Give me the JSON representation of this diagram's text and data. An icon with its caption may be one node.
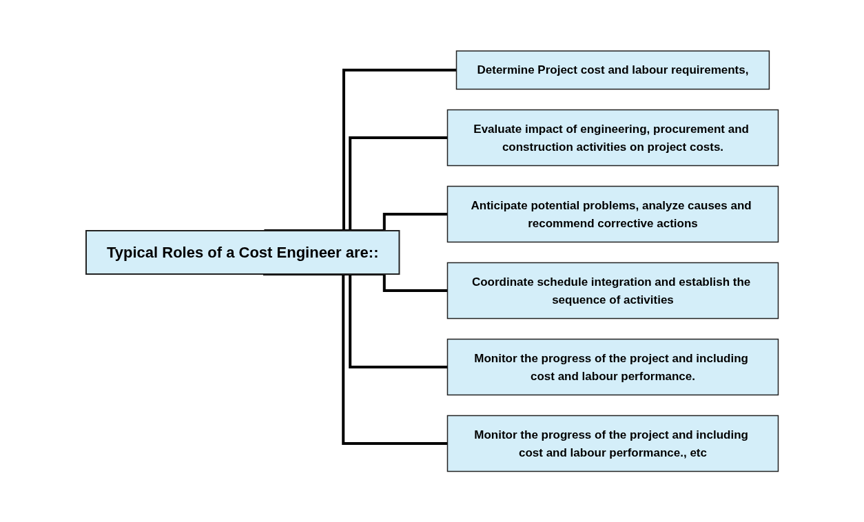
{
  "diagram": {
    "nodes": [
      {
        "text": [
          "Typical Roles of a Cost Engineer are::"
        ]
      },
      {
        "text": [
          "Determine Project cost and labour requirements,"
        ]
      },
      {
        "text": [
          "Evaluate impact of engineering, procurement and construction activities on project costs."
        ]
      },
      {
        "text": [
          "Anticipate potential problems, analyze causes and recommend corrective actions"
        ]
      },
      {
        "text": [
          "Coordinate schedule integration and establish the sequence of activities"
        ]
      },
      {
        "text": [
          "Monitor the progress of the project and including cost and labour performance."
        ]
      },
      {
        "text": [
          "Monitor the progress of the project and including cost and labour performance., etc"
        ]
      }
    ],
    "edges": [
      {
        "from": 0,
        "to": 1,
        "arrow": "none"
      },
      {
        "from": 0,
        "to": 2,
        "arrow": "none"
      },
      {
        "from": 0,
        "to": 3,
        "arrow": "none"
      },
      {
        "from": 0,
        "to": 4,
        "arrow": "none"
      },
      {
        "from": 0,
        "to": 5,
        "arrow": "none"
      },
      {
        "from": 0,
        "to": 6,
        "arrow": "none"
      }
    ]
  }
}
